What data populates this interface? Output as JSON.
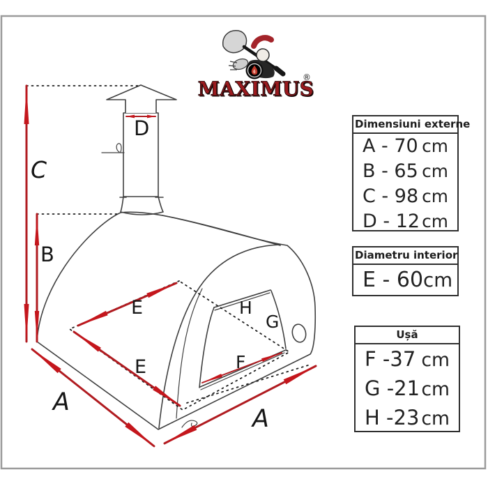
{
  "logo": {
    "brand": "MAXIMUS",
    "registered": "®"
  },
  "diagram_labels": {
    "c": "C",
    "b": "B",
    "d": "D",
    "e_upper": "E",
    "e_lower": "E",
    "a_left": "A",
    "a_right": "A",
    "f": "F",
    "g": "G",
    "h": "H"
  },
  "panels": {
    "external": {
      "title": "Dimensiuni externe",
      "rows": [
        {
          "text": "A - 70",
          "unit": "cm"
        },
        {
          "text": "B - 65",
          "unit": "cm"
        },
        {
          "text": "C - 98",
          "unit": "cm"
        },
        {
          "text": "D - 12",
          "unit": "cm"
        }
      ]
    },
    "interior": {
      "title": "Diametru interior",
      "rows": [
        {
          "text": "E - 60",
          "unit": "cm"
        }
      ]
    },
    "door": {
      "title": "Ușă",
      "rows": [
        {
          "text": "F -37",
          "unit": "cm"
        },
        {
          "text": "G -21",
          "unit": "cm"
        },
        {
          "text": "H -23",
          "unit": "cm"
        }
      ]
    }
  },
  "colors": {
    "arrow_red": "#b01b20",
    "arrow_head": "#c4161c",
    "logo_red": "#9a1a1e",
    "frame_gray": "#9b9b9b",
    "line": "#3f3f3f"
  }
}
